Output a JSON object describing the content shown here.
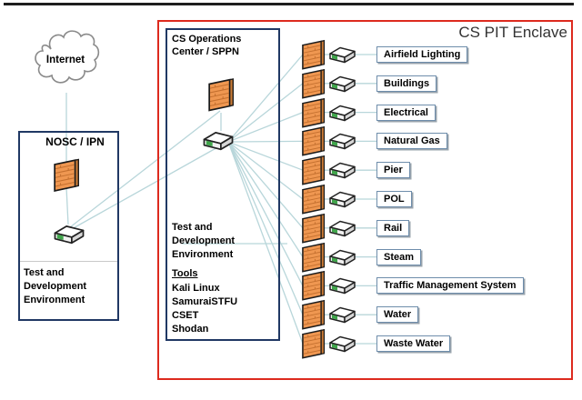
{
  "diagram": {
    "enclave_title": "CS PIT Enclave",
    "internet_label": "Internet",
    "nosc": {
      "title": "NOSC / IPN",
      "environment_label": "Test and\nDevelopment\nEnvironment"
    },
    "ops_center": {
      "title": "CS Operations Center / SPPN",
      "environment_label": "Test and\nDevelopment\nEnvironment",
      "tools_heading": "Tools",
      "tools": [
        "Kali Linux",
        "SamuraiSTFU",
        "CSET",
        "Shodan"
      ]
    },
    "systems": [
      "Airfield Lighting",
      "Buildings",
      "Electrical",
      "Natural Gas",
      "Pier",
      "POL",
      "Rail",
      "Steam",
      "Traffic Management System",
      "Water",
      "Waste Water"
    ],
    "icons": {
      "firewall": "orange-brick-firewall",
      "router": "network-router-switch",
      "internet": "cloud"
    },
    "colors": {
      "enclave_border": "#dd2a1e",
      "box_border": "#203864",
      "connector": "#b8d6da",
      "firewall_face": "#ef9751",
      "firewall_brick": "#c4702f",
      "firewall_side": "#c87a36",
      "router_green": "#3fa54a",
      "label_border": "#6e8dab"
    }
  }
}
